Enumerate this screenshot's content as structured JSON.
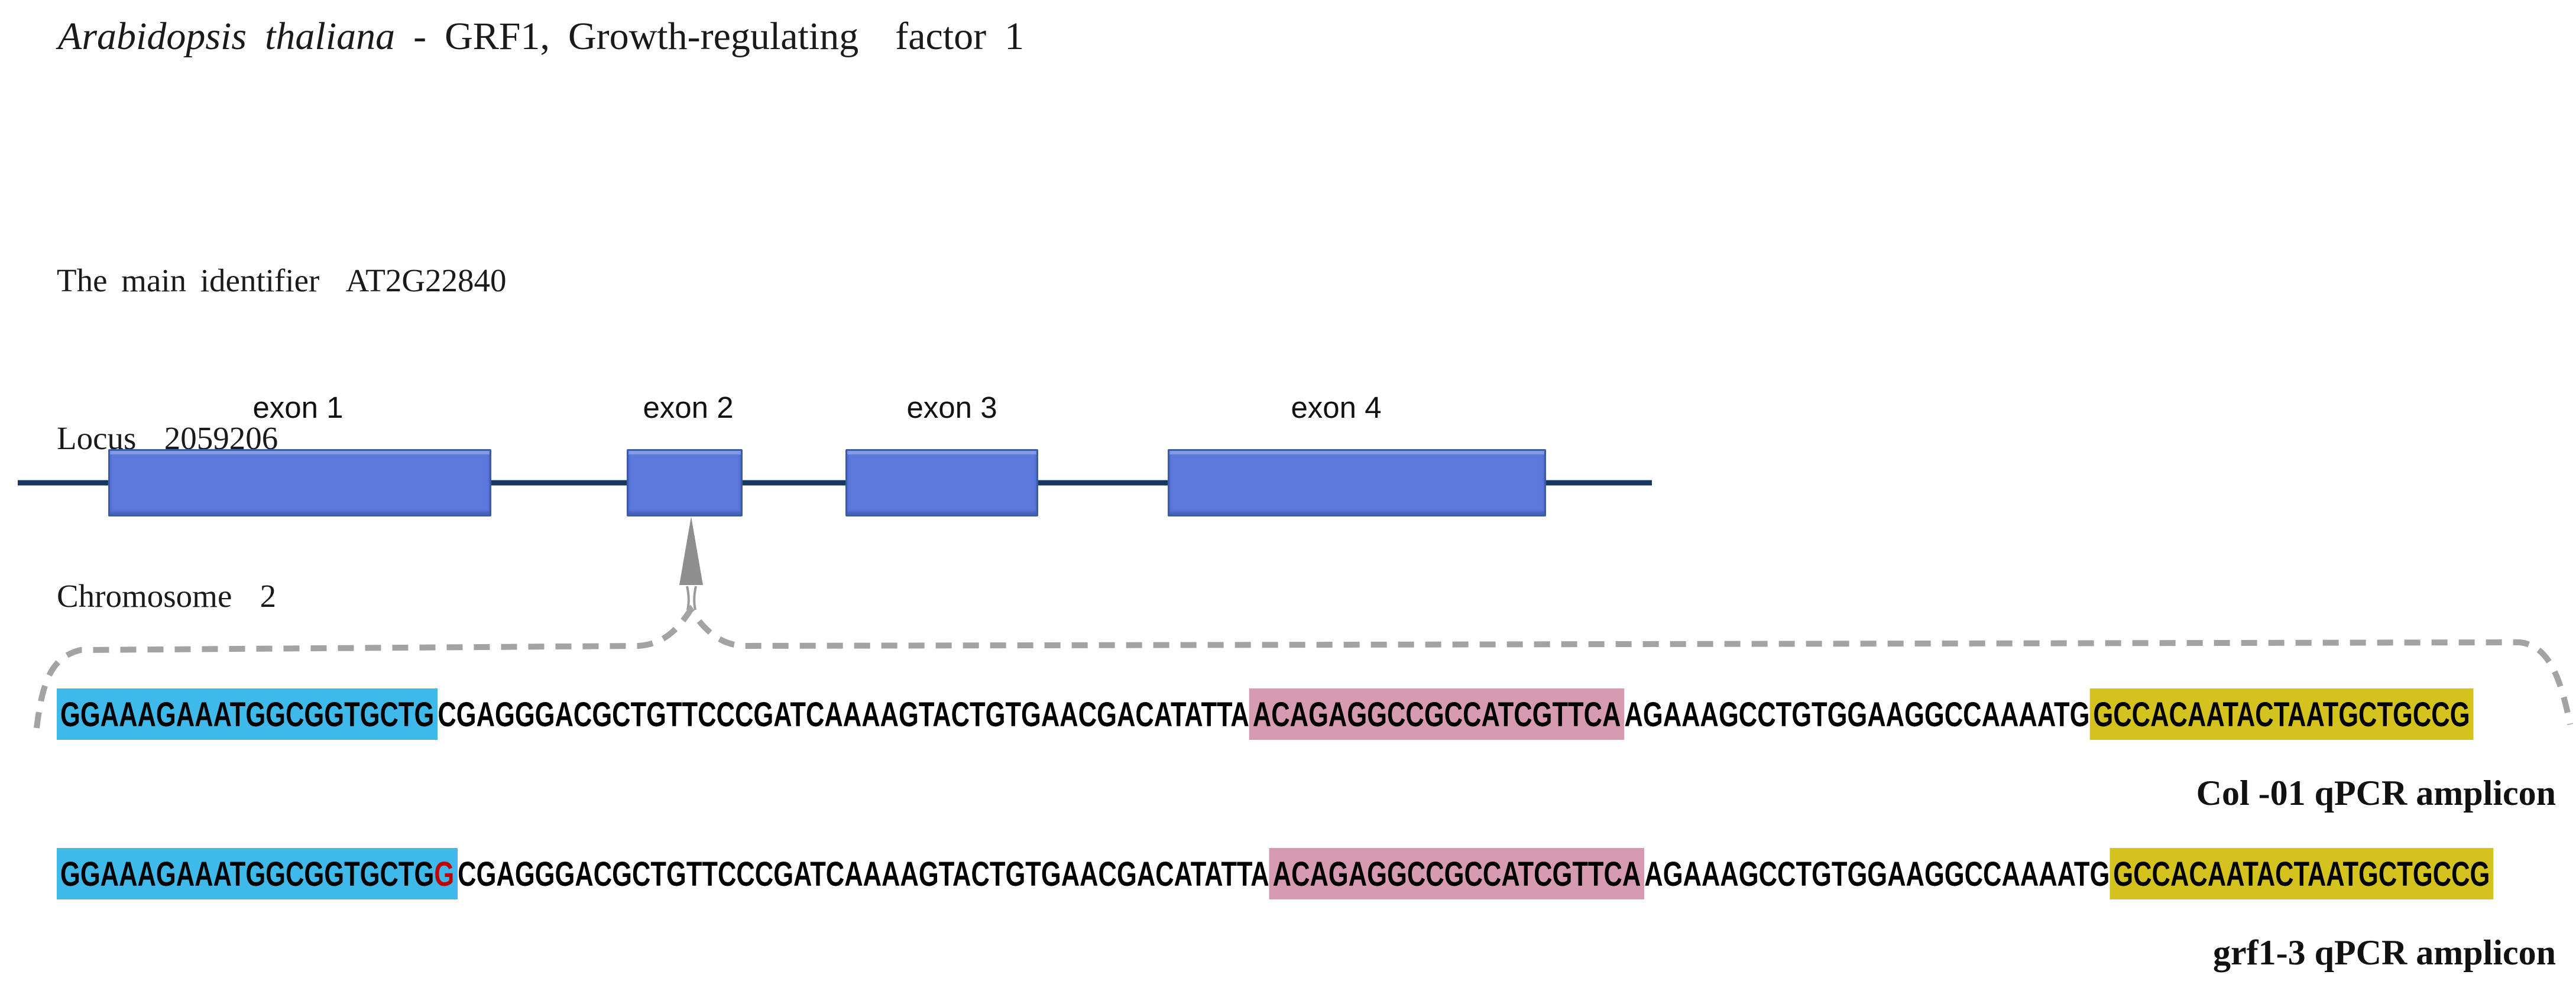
{
  "title": {
    "species": "Arabidopsis thaliana",
    "suffix": " - GRF1, Growth-regulating  factor 1"
  },
  "gene_info": {
    "lines": [
      "The main identifier  AT2G22840",
      "Locus  2059206",
      "Chromosome  2"
    ]
  },
  "gene_diagram": {
    "exons": [
      {
        "label": "exon 1"
      },
      {
        "label": "exon 2"
      },
      {
        "label": "exon 3"
      },
      {
        "label": "exon 4"
      }
    ]
  },
  "sequences": {
    "col0": {
      "forward_primer": "GGAAAGAAATGGCGGTGCTG",
      "linker1": "CGAGGGACGCTGTTCCCGATCAAAAGTACTGTGAACGACATATTA",
      "probe": "ACAGAGGCCGCCATCGTTCA",
      "linker2": "AGAAAGCCTGTGGAAGGCCAAAATG",
      "reverse_primer": "GCCACAATACTAATGCTGCCG",
      "label": "Col -01 qPCR amplicon"
    },
    "grf1_3": {
      "forward_primer": "GGAAAGAAATGGCGGTGCTG",
      "insertion": "G",
      "linker1": "CGAGGGACGCTGTTCCCGATCAAAAGTACTGTGAACGACATATTA",
      "probe": "ACAGAGGCCGCCATCGTTCA",
      "linker2": "AGAAAGCCTGTGGAAGGCCAAAATG",
      "reverse_primer": "GCCACAATACTAATGCTGCCG",
      "label": "grf1-3 qPCR amplicon"
    }
  },
  "colors": {
    "highlight_cyan": "#3fb9e9",
    "highlight_pink": "#d79bb1",
    "highlight_yellow": "#d5c31d",
    "insertion_red": "#c00000",
    "exon_fill": "#5b79dd",
    "exon_border": "#3d5ca8",
    "gene_line": "#17375e",
    "annotation_gray": "#a3a3a3"
  }
}
